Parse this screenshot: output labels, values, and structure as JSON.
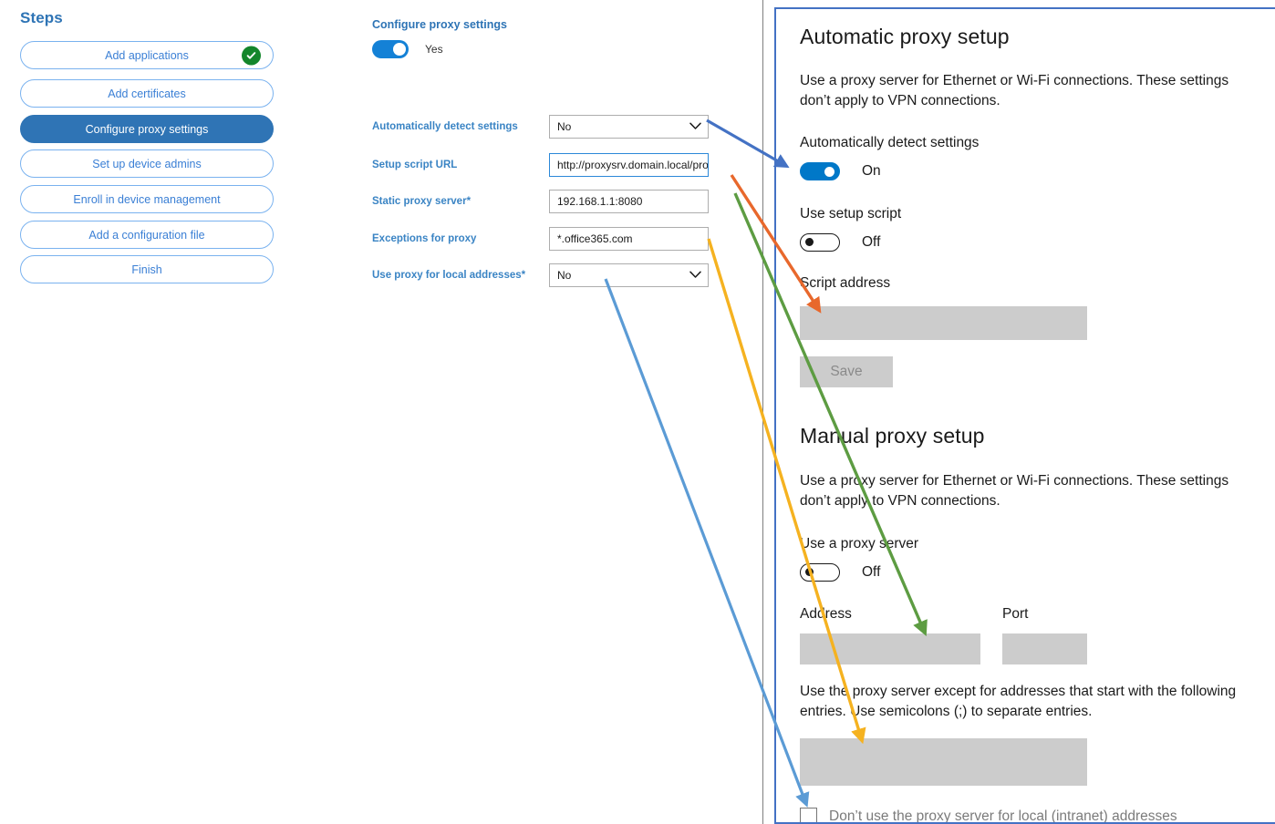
{
  "steps_panel": {
    "title": "Steps",
    "items": [
      {
        "label": "Add applications",
        "state": "complete",
        "icon": "check-circle-icon"
      },
      {
        "label": "Add certificates",
        "state": "default"
      },
      {
        "label": "Configure proxy settings",
        "state": "active"
      },
      {
        "label": "Set up device admins",
        "state": "default"
      },
      {
        "label": "Enroll in device management",
        "state": "default"
      },
      {
        "label": "Add a configuration file",
        "state": "default"
      },
      {
        "label": "Finish",
        "state": "default"
      }
    ]
  },
  "form_panel": {
    "title": "Configure proxy settings",
    "toggle": {
      "value": "Yes",
      "state": "on"
    },
    "fields": [
      {
        "label": "Automatically detect settings",
        "required": "",
        "type": "select",
        "value": "No",
        "icon": "chevron-down-icon"
      },
      {
        "label": "Setup script URL",
        "required": "",
        "type": "text",
        "value": "http://proxysrv.domain.local/proxy.pa",
        "focused": true
      },
      {
        "label": "Static proxy server",
        "required": "*",
        "type": "text",
        "value": "192.168.1.1:8080"
      },
      {
        "label": "Exceptions for proxy",
        "required": "",
        "type": "text",
        "value": "*.office365.com"
      },
      {
        "label": "Use proxy for local addresses",
        "required": "*",
        "type": "select",
        "value": "No",
        "icon": "chevron-down-icon"
      }
    ]
  },
  "settings_panel": {
    "automatic": {
      "heading": "Automatic proxy setup",
      "description": "Use a proxy server for Ethernet or Wi-Fi connections. These settings don’t apply to VPN connections.",
      "auto_detect_label": "Automatically detect settings",
      "auto_detect_state": "On",
      "use_script_label": "Use setup script",
      "use_script_state": "Off",
      "script_address_label": "Script address",
      "script_address_value": "",
      "save_label": "Save"
    },
    "manual": {
      "heading": "Manual proxy setup",
      "description": "Use a proxy server for Ethernet or Wi-Fi connections. These settings don’t apply to VPN connections.",
      "use_proxy_label": "Use a proxy server",
      "use_proxy_state": "Off",
      "address_label": "Address",
      "address_value": "",
      "port_label": "Port",
      "port_value": "",
      "exceptions_description": "Use the proxy server except for addresses that start with the following entries. Use semicolons (;) to separate entries.",
      "exceptions_value": "",
      "bypass_local_label": "Don’t use the proxy server for local (intranet) addresses"
    }
  },
  "annotations": {
    "arrows": [
      {
        "name": "arrow-auto-detect",
        "color": "#4472c4",
        "from_label": "Automatically detect settings dropdown",
        "to_label": "Automatically detect settings toggle"
      },
      {
        "name": "arrow-setup-script-url",
        "color": "#e8682c",
        "from_label": "Setup script URL field",
        "to_label": "Script address box"
      },
      {
        "name": "arrow-static-proxy-server",
        "color": "#5d9c42",
        "from_label": "Static proxy server field",
        "to_label": "Address box"
      },
      {
        "name": "arrow-exceptions",
        "color": "#f5b220",
        "from_label": "Exceptions for proxy field",
        "to_label": "Exceptions box"
      },
      {
        "name": "arrow-local-addresses",
        "color": "#5b9bd5",
        "from_label": "Use proxy for local addresses dropdown",
        "to_label": "Don’t use the proxy server for local (intranet) addresses checkbox"
      }
    ]
  },
  "colors": {
    "accent_blue": "#2e74b5",
    "step_border": "#7ab2ef",
    "label_blue": "#3a84c4",
    "toggle_on": "#0078c8",
    "check_green": "#13862b",
    "box_gray": "#cccccc",
    "panel_border": "#4472c4"
  }
}
